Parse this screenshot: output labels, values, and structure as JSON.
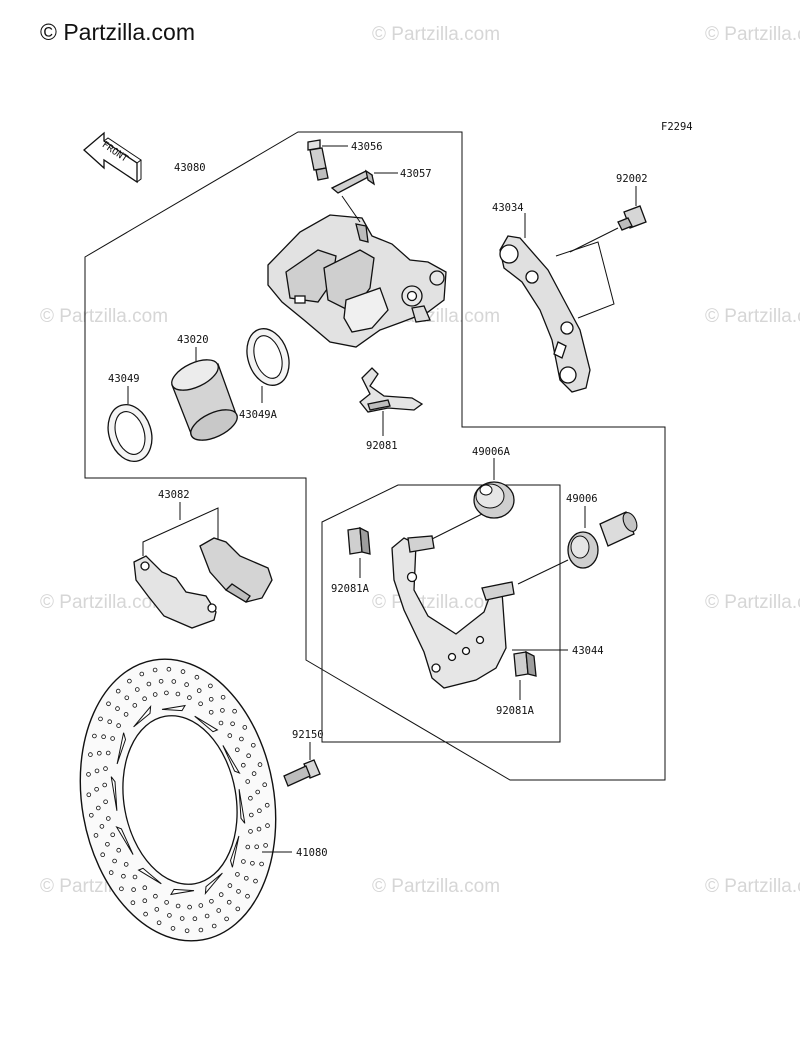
{
  "brand": {
    "logo_text": "© Partzilla.com"
  },
  "figure_code": "F2294",
  "direction_label": "FRONT",
  "watermark_text": "© Partzilla.com",
  "part_labels": {
    "p43056": "43056",
    "p43057": "43057",
    "p43080": "43080",
    "p92002": "92002",
    "p43034": "43034",
    "p43020": "43020",
    "p43049": "43049",
    "p43049A": "43049A",
    "p92081": "92081",
    "p49006A": "49006A",
    "p43082": "43082",
    "p49006": "49006",
    "p92081A_1": "92081A",
    "p43044": "43044",
    "p92081A_2": "92081A",
    "p92150": "92150",
    "p41080": "41080"
  },
  "colors": {
    "line": "#111111",
    "part_fill": "#d9d9d9",
    "watermark": "#d6d6d6"
  }
}
